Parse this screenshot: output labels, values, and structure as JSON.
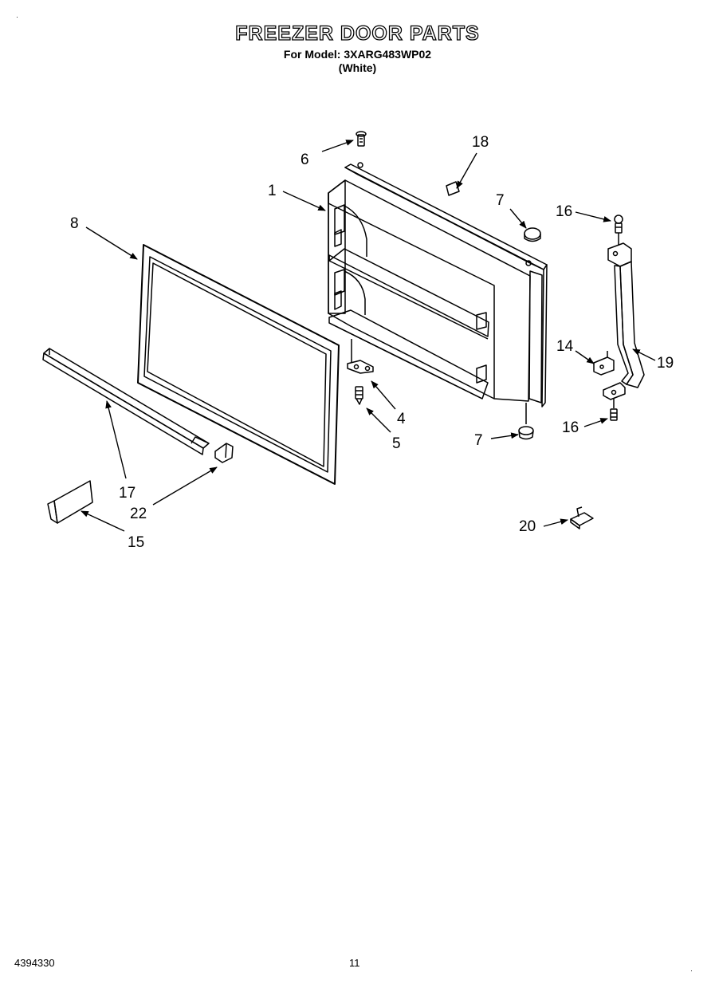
{
  "header": {
    "title": "FREEZER DOOR PARTS",
    "model_line": "For Model: 3XARG483WP02",
    "color_line": "(White)"
  },
  "callouts": [
    {
      "id": "c1",
      "label": "1"
    },
    {
      "id": "c4",
      "label": "4"
    },
    {
      "id": "c5",
      "label": "5"
    },
    {
      "id": "c6",
      "label": "6"
    },
    {
      "id": "c7a",
      "label": "7"
    },
    {
      "id": "c7b",
      "label": "7"
    },
    {
      "id": "c8",
      "label": "8"
    },
    {
      "id": "c14",
      "label": "14"
    },
    {
      "id": "c15",
      "label": "15"
    },
    {
      "id": "c16a",
      "label": "16"
    },
    {
      "id": "c16b",
      "label": "16"
    },
    {
      "id": "c17",
      "label": "17"
    },
    {
      "id": "c18",
      "label": "18"
    },
    {
      "id": "c19",
      "label": "19"
    },
    {
      "id": "c20",
      "label": "20"
    },
    {
      "id": "c22",
      "label": "22"
    }
  ],
  "footer": {
    "doc_number": "4394330",
    "page_number": "11"
  }
}
